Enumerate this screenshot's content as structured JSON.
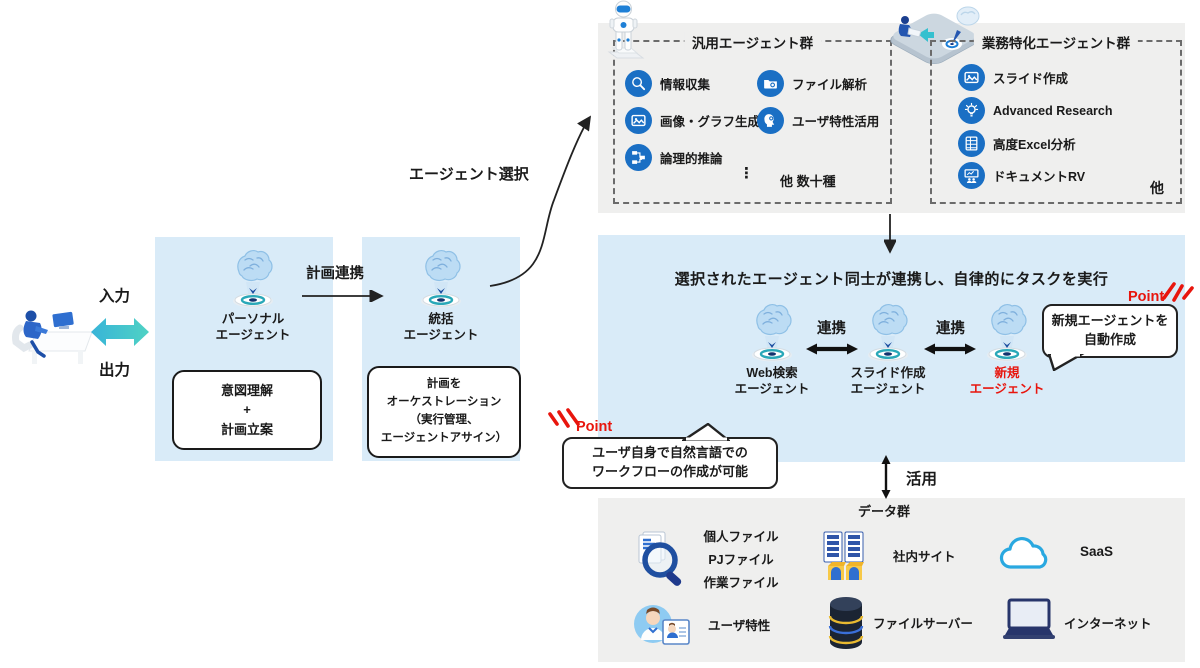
{
  "io": {
    "input": "入力",
    "output": "出力"
  },
  "personal": {
    "name1": "パーソナル",
    "name2": "エージェント",
    "box1": "意図理解",
    "box2": "+",
    "box3": "計画立案"
  },
  "plan_link": "計画連携",
  "supervisor": {
    "name1": "統括",
    "name2": "エージェント",
    "box1": "計画を",
    "box2": "オーケストレーション",
    "box3": "（実行管理、",
    "box4": "エージェントアサイン）"
  },
  "agent_select": "エージェント選択",
  "general": {
    "title": "汎用エージェント群",
    "items": [
      {
        "label": "情報収集"
      },
      {
        "label": "ファイル解析"
      },
      {
        "label": "画像・グラフ生成"
      },
      {
        "label": "ユーザ特性活用"
      },
      {
        "label": "論理的推論"
      }
    ],
    "ellipsis": "⋮",
    "more": "他 数十種"
  },
  "special": {
    "title": "業務特化エージェント群",
    "items": [
      {
        "label": "スライド作成"
      },
      {
        "label": "Advanced Research"
      },
      {
        "label": "高度Excel分析"
      },
      {
        "label": "ドキュメントRV"
      }
    ],
    "more": "他"
  },
  "collab": {
    "title": "選択されたエージェント同士が連携し、自律的にタスクを実行",
    "link1": "連携",
    "link2": "連携",
    "agents": [
      {
        "name1": "Web検索",
        "name2": "エージェント"
      },
      {
        "name1": "スライド作成",
        "name2": "エージェント"
      },
      {
        "name1": "新規",
        "name2": "エージェント"
      }
    ],
    "point_right": {
      "label": "Point",
      "bubble1": "新規エージェントを",
      "bubble2": "自動作成"
    },
    "point_left": {
      "label": "Point",
      "bubble1": "ユーザ自身で自然言語での",
      "bubble2": "ワークフローの作成が可能"
    }
  },
  "usage": "活用",
  "data": {
    "title": "データ群",
    "files": {
      "l1": "個人ファイル",
      "l2": "PJファイル",
      "l3": "作業ファイル"
    },
    "intranet": "社内サイト",
    "saas": "SaaS",
    "user_attr": "ユーザ特性",
    "file_server": "ファイルサーバー",
    "internet": "インターネット"
  },
  "colors": {
    "panel_gray": "#efefee",
    "panel_blue": "#d9ebf8",
    "icon_blue": "#1a6fc4",
    "accent_red": "#e8150d"
  }
}
